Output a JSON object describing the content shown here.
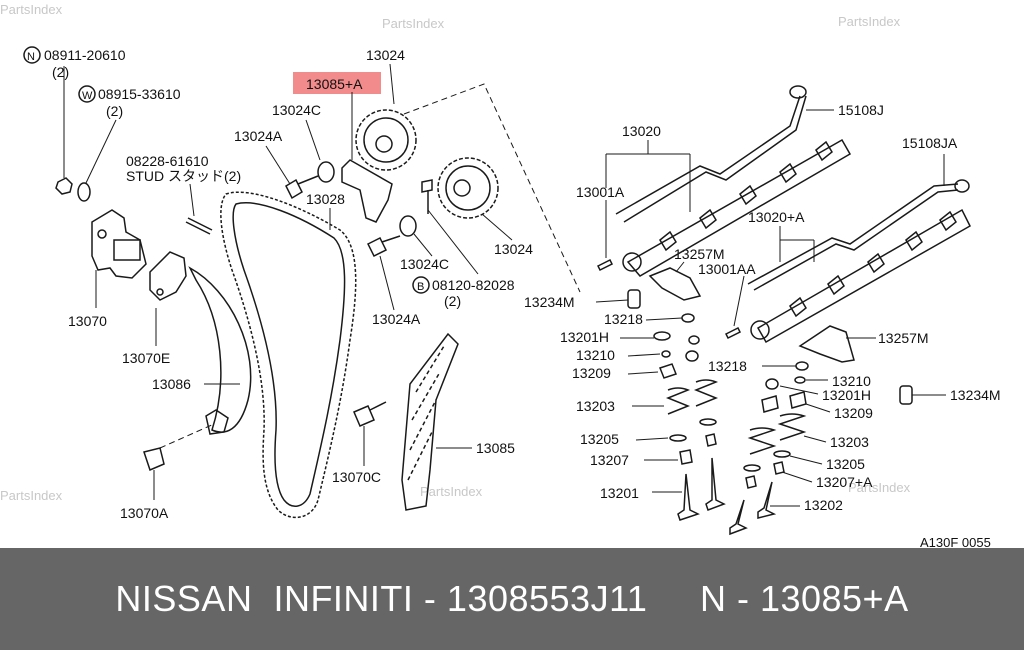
{
  "watermark": "PartsIndex",
  "highlight_color": "#f28b8b",
  "footer": {
    "bg_color": "#666666",
    "text": "NISSAN  INFINITI - 1308553J11     N - 13085+A"
  },
  "diagram_code": "A130F 0055",
  "labels": {
    "n_code": "08911-20610",
    "n_qty": "(2)",
    "w_code": "08915-33610",
    "w_qty": "(2)",
    "stud_code": "08228-61610",
    "stud_text": "STUD スタッド(2)",
    "p13024_top": "13024",
    "p13085a": "13085+A",
    "p13024c_a": "13024C",
    "p13024a_a": "13024A",
    "p13028": "13028",
    "p13024_b": "13024",
    "p13024c_b": "13024C",
    "b_code": "08120-82028",
    "b_qty": "(2)",
    "p13024a_b": "13024A",
    "p13070": "13070",
    "p13070e": "13070E",
    "p13086": "13086",
    "p13070a": "13070A",
    "p13070c": "13070C",
    "p13085": "13085",
    "p13020": "13020",
    "p13001a": "13001A",
    "p15108j": "15108J",
    "p15108ja": "15108JA",
    "p13020a": "13020+A",
    "p13257m_a": "13257M",
    "p13001aa": "13001AA",
    "p13234m_a": "13234M",
    "p13218_a": "13218",
    "p13201h_a": "13201H",
    "p13210_a": "13210",
    "p13209_a": "13209",
    "p13203_a": "13203",
    "p13205_a": "13205",
    "p13207_a": "13207",
    "p13201": "13201",
    "p13257m_b": "13257M",
    "p13218_b": "13218",
    "p13210_b": "13210",
    "p13201h_b": "13201H",
    "p13234m_b": "13234M",
    "p13209_b": "13209",
    "p13203_b": "13203",
    "p13205_b": "13205",
    "p13207a": "13207+A",
    "p13202": "13202"
  },
  "icons": [
    "n-circle-icon",
    "w-circle-icon",
    "b-circle-icon"
  ]
}
